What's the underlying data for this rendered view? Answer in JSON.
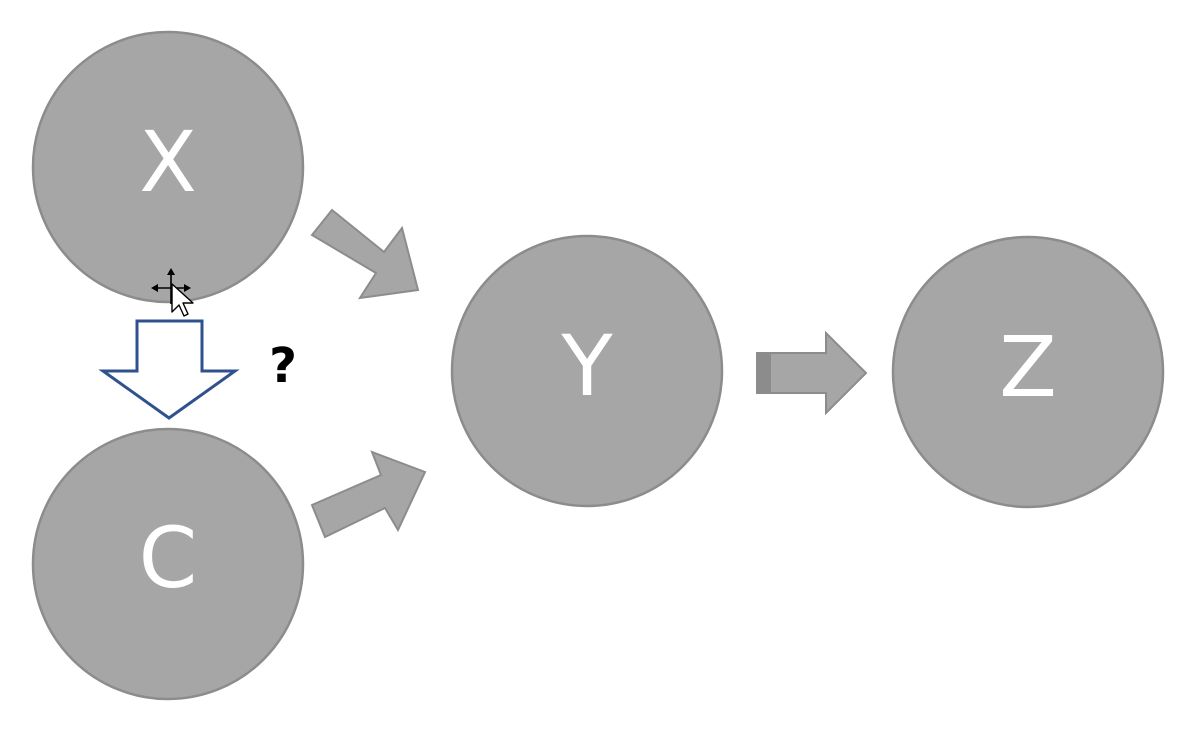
{
  "diagram": {
    "nodes": [
      {
        "id": "X",
        "label": "X"
      },
      {
        "id": "C",
        "label": "C"
      },
      {
        "id": "Y",
        "label": "Y"
      },
      {
        "id": "Z",
        "label": "Z"
      }
    ],
    "edges": [
      {
        "from": "X",
        "to": "Y",
        "style": "solid-gray"
      },
      {
        "from": "C",
        "to": "Y",
        "style": "solid-gray"
      },
      {
        "from": "Y",
        "to": "Z",
        "style": "solid-gray"
      },
      {
        "from": "X",
        "to": "C",
        "style": "outline-blue",
        "annotation": "?"
      }
    ],
    "colors": {
      "node_fill": "#a6a6a6",
      "node_stroke": "#8c8c8c",
      "node_text": "#ffffff",
      "outline_arrow": "#2f528f",
      "annotation_text": "#000000"
    },
    "cursor": {
      "icon": "move-cursor-icon"
    }
  }
}
